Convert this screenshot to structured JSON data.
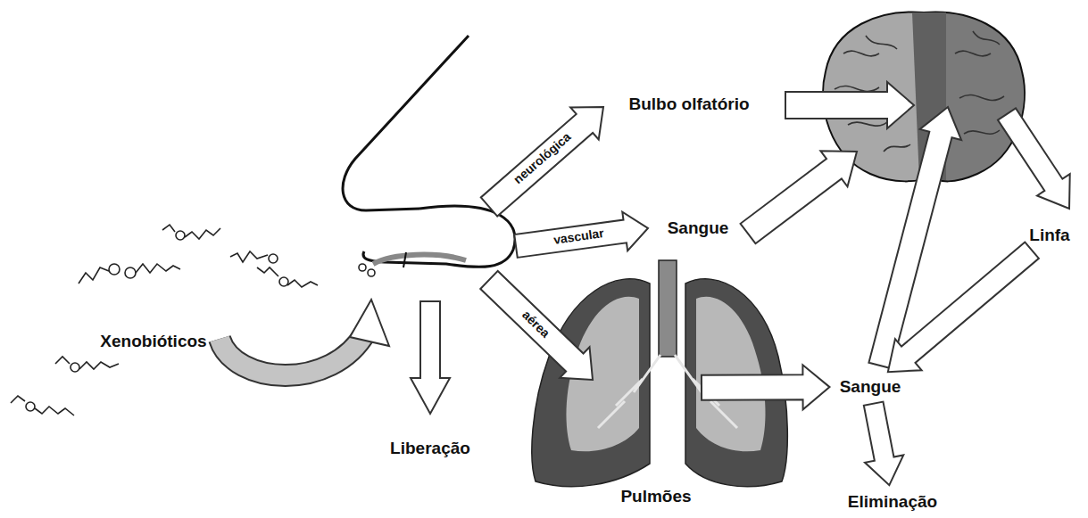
{
  "diagram": {
    "nodes": [
      {
        "text": [
          "Bulbo olfatório"
        ]
      },
      {
        "text": [
          "Sangue"
        ]
      },
      {
        "text": [
          "Linfa"
        ]
      },
      {
        "text": [
          "Liberação"
        ]
      },
      {
        "text": [
          "Pulmões"
        ]
      },
      {
        "text": [
          "Sangue"
        ]
      },
      {
        "text": [
          "Eliminação"
        ]
      }
    ],
    "edges": [
      {
        "from": 4,
        "to": 5,
        "arrow": "to"
      },
      {
        "from": 2,
        "to": 5,
        "arrow": "to"
      },
      {
        "from": 5,
        "to": 6,
        "arrow": "to"
      }
    ],
    "labels": [
      "Xenobióticos",
      "neurológica",
      "vascular",
      "aérea"
    ]
  }
}
